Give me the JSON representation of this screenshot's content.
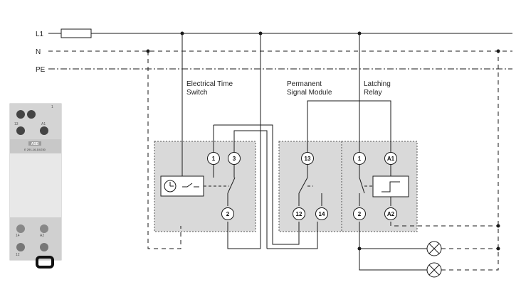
{
  "lines": {
    "l1": "L1",
    "n": "N",
    "pe": "PE"
  },
  "sections": {
    "time_switch": {
      "line1": "Electrical Time",
      "line2": "Switch"
    },
    "signal_module": {
      "line1": "Permanent",
      "line2": "Signal Module"
    },
    "latching_relay": {
      "line1": "Latching",
      "line2": "Relay"
    }
  },
  "terminals": {
    "ts_1": "1",
    "ts_3": "3",
    "ts_2": "2",
    "sm_13": "13",
    "sm_12": "12",
    "sm_14": "14",
    "lr_1": "1",
    "lr_a1": "A1",
    "lr_2": "2",
    "lr_a2": "A2"
  },
  "device_photo": {
    "brand": "ABB",
    "model": "E 291-16-10/230",
    "labels": [
      "1",
      "13",
      "A1",
      "14",
      "A2",
      "12"
    ]
  },
  "icons": {
    "fuse": "fuse-icon",
    "clock": "clock-icon",
    "lamp": "lamp-icon",
    "relay_coil": "relay-coil-icon"
  },
  "colors": {
    "module_fill": "#d9d9d9",
    "line": "#1a1a1a"
  }
}
